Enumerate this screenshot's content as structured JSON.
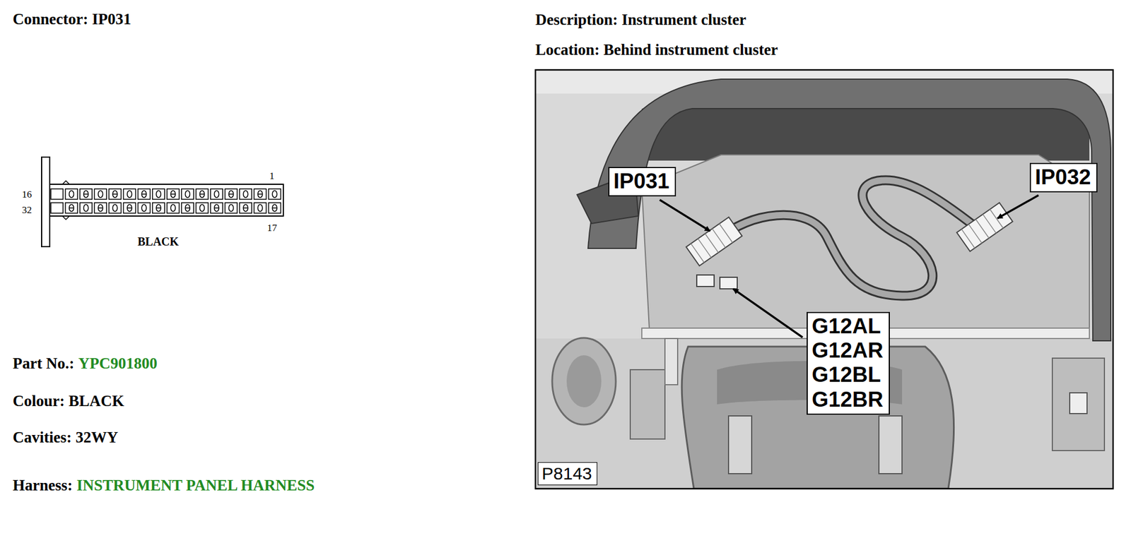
{
  "diagram": {
    "nodes": [
      {
        "text": [
          "IP031"
        ]
      },
      {
        "text": [
          "IP032"
        ]
      },
      {
        "text": [
          "G12AL",
          "G12AR",
          "G12BL",
          "G12BR"
        ]
      },
      {
        "text": [
          "P8143"
        ]
      }
    ],
    "labels": [
      "Connector: IP031",
      "16",
      "32",
      "1",
      "17",
      "BLACK",
      "Part No.:",
      "YPC901800",
      "Colour: BLACK",
      "Cavities: 32WY",
      "Harness:",
      "INSTRUMENT PANEL HARNESS",
      "Description: Instrument cluster",
      "Location: Behind instrument cluster"
    ]
  }
}
